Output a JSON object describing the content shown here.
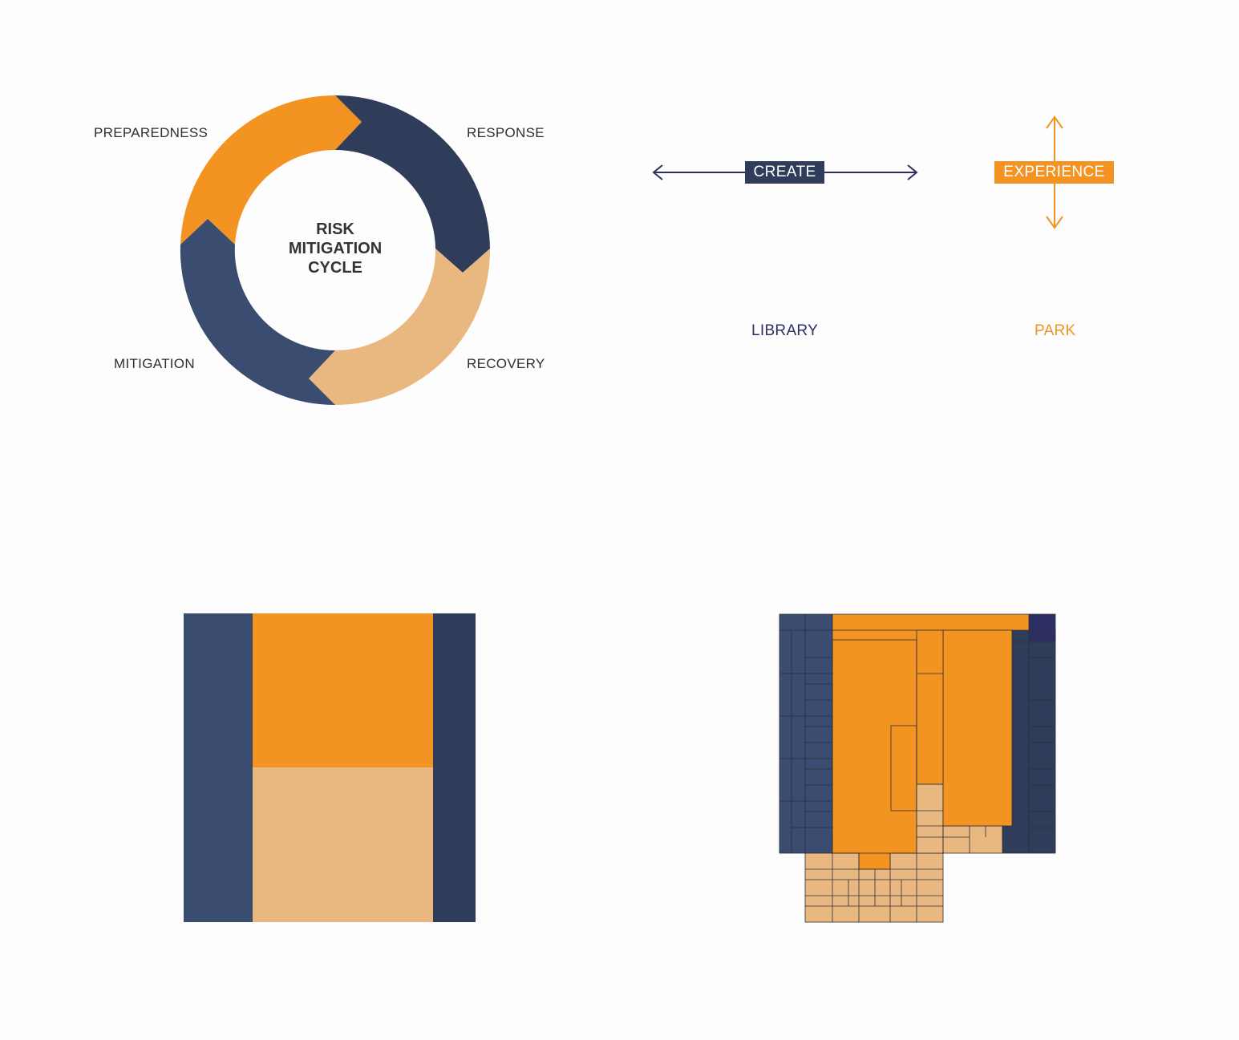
{
  "colors": {
    "orange": "#f39322",
    "navy": "#2f3d5a",
    "blue": "#3a4c70",
    "tan": "#e9b880",
    "indigo": "#2d2f62",
    "text": "#2e2e35"
  },
  "cycle": {
    "title_lines": [
      "RISK",
      "MITIGATION",
      "CYCLE"
    ],
    "stages": {
      "preparedness": "PREPAREDNESS",
      "response": "RESPONSE",
      "recovery": "RECOVERY",
      "mitigation": "MITIGATION"
    }
  },
  "library": {
    "tag": "CREATE",
    "label": "LIBRARY",
    "arrow_direction": "horizontal"
  },
  "park": {
    "tag": "EXPERIENCE",
    "label": "PARK",
    "arrow_direction": "vertical"
  }
}
